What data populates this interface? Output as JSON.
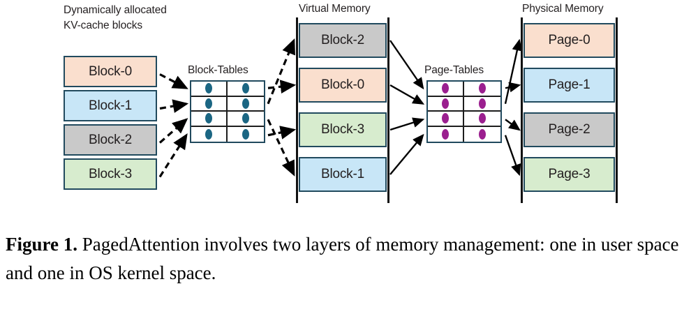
{
  "figure": {
    "caption_label": "Figure 1.",
    "caption_text": " PagedAttention involves two layers of memory management: one in user space and one in OS kernel space."
  },
  "palette": {
    "peach": "#fadfce",
    "blue": "#c8e6f7",
    "gray": "#c9c9c9",
    "green": "#d7ecce",
    "block_border": "#214a5e",
    "rail": "#111111",
    "block_table_dot": "#1b6683",
    "page_table_dot": "#9b1f8f",
    "text": "#231f20",
    "arrow": "#000000"
  },
  "kv_cache": {
    "title_line1": "Dynamically allocated",
    "title_line2": "KV-cache blocks",
    "blocks": [
      {
        "label": "Block-0",
        "color": "#fadfce"
      },
      {
        "label": "Block-1",
        "color": "#c8e6f7"
      },
      {
        "label": "Block-2",
        "color": "#c9c9c9"
      },
      {
        "label": "Block-3",
        "color": "#d7ecce"
      }
    ]
  },
  "block_tables": {
    "title": "Block-Tables",
    "rows": 4,
    "cols": 2,
    "dot_color": "#1b6683",
    "dot_icon": "ellipse-dot-icon"
  },
  "virtual_memory": {
    "title": "Virtual Memory",
    "slots": [
      {
        "label": "Block-2",
        "color": "#c9c9c9"
      },
      {
        "label": "Block-0",
        "color": "#fadfce"
      },
      {
        "label": "Block-3",
        "color": "#d7ecce"
      },
      {
        "label": "Block-1",
        "color": "#c8e6f7"
      }
    ]
  },
  "page_tables": {
    "title": "Page-Tables",
    "rows": 4,
    "cols": 2,
    "dot_color": "#9b1f8f",
    "dot_icon": "ellipse-dot-icon"
  },
  "physical_memory": {
    "title": "Physical Memory",
    "slots": [
      {
        "label": "Page-0",
        "color": "#fadfce"
      },
      {
        "label": "Page-1",
        "color": "#c8e6f7"
      },
      {
        "label": "Page-2",
        "color": "#c9c9c9"
      },
      {
        "label": "Page-3",
        "color": "#d7ecce"
      }
    ]
  },
  "mappings": {
    "kv_to_block_table": [
      {
        "from": "Block-0",
        "to_row": 0,
        "style": "dashed"
      },
      {
        "from": "Block-1",
        "to_row": 1,
        "style": "dashed"
      },
      {
        "from": "Block-2",
        "to_row": 2,
        "style": "dashed"
      },
      {
        "from": "Block-3",
        "to_row": 3,
        "style": "dashed"
      }
    ],
    "block_table_to_virtual": [
      {
        "from_row": 0,
        "to": "Block-0",
        "style": "dashed"
      },
      {
        "from_row": 1,
        "to": "Block-2",
        "style": "dashed"
      },
      {
        "from_row": 2,
        "to": "Block-1",
        "style": "dashed"
      },
      {
        "from_row": 3,
        "to": "Block-3",
        "style": "dashed"
      }
    ],
    "virtual_to_page_table": [
      {
        "from": "Block-2",
        "to_row": 0,
        "style": "solid"
      },
      {
        "from": "Block-0",
        "to_row": 1,
        "style": "solid"
      },
      {
        "from": "Block-3",
        "to_row": 2,
        "style": "solid"
      },
      {
        "from": "Block-1",
        "to_row": 3,
        "style": "solid"
      }
    ],
    "page_table_to_physical": [
      {
        "from_row": 0,
        "to": "Page-1",
        "style": "solid"
      },
      {
        "from_row": 1,
        "to": "Page-0",
        "style": "solid"
      },
      {
        "from_row": 2,
        "to": "Page-2",
        "style": "solid"
      },
      {
        "from_row": 3,
        "to": "Page-3",
        "style": "solid"
      }
    ]
  }
}
